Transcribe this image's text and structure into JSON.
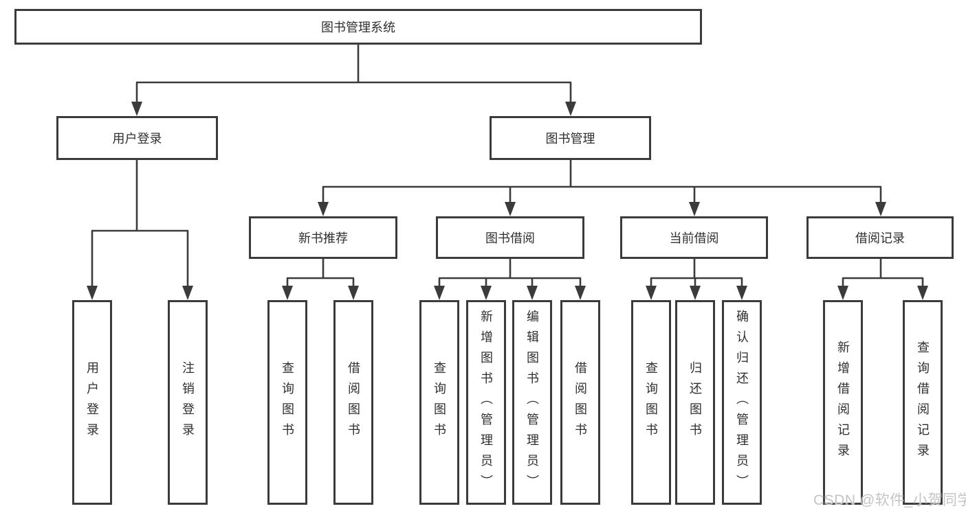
{
  "tree": {
    "root": "图书管理系统",
    "user_login": {
      "label": "用户登录",
      "children": [
        "用户登录",
        "注销登录"
      ]
    },
    "book_mgmt": {
      "label": "图书管理"
    },
    "sections": [
      {
        "label": "新书推荐",
        "children": [
          "查询图书",
          "借阅图书"
        ]
      },
      {
        "label": "图书借阅",
        "children": [
          "查询图书",
          "新增图书（管理员）",
          "编辑图书（管理员）",
          "借阅图书"
        ]
      },
      {
        "label": "当前借阅",
        "children": [
          "查询图书",
          "归还图书",
          "确认归还（管理员）"
        ]
      },
      {
        "label": "借阅记录",
        "children": [
          "新增借阅记录",
          "查询借阅记录"
        ]
      }
    ]
  },
  "watermark": "CSDN @软件_小贺同学",
  "colors": {
    "line": "#3b3b3b",
    "text": "#2f2f2f",
    "watermark": "#c4c4c4",
    "background": "#ffffff"
  }
}
